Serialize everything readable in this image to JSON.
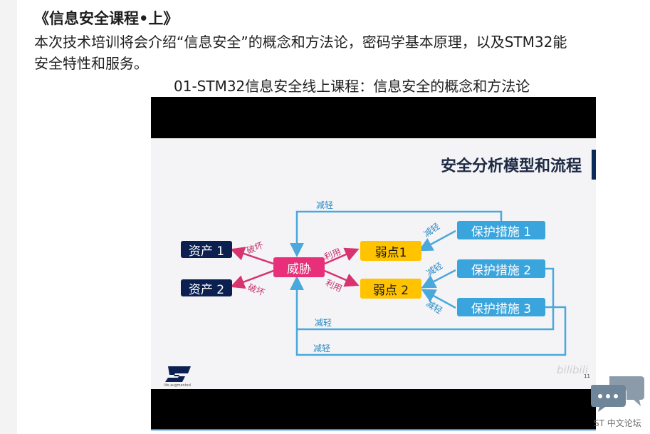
{
  "course": {
    "title": "《信息安全课程•上》",
    "description_lines": [
      "本次技术培训将会介绍“信息安全”的概念和方法论，密码学基本原理，以及STM32能",
      "安全特性和服务。"
    ]
  },
  "video": {
    "title": "01-STM32信息安全线上课程：信息安全的概念和方法论",
    "slide": {
      "title": "安全分析模型和流程",
      "assets": [
        "资产 1",
        "资产 2"
      ],
      "threat": "威胁",
      "weaknesses": [
        "弱点1",
        "弱点 2"
      ],
      "protections": [
        "保护措施 1",
        "保护措施 2",
        "保护措施 3"
      ],
      "labels": {
        "damage": "破坏",
        "exploit": "利用",
        "mitigate": "减轻"
      },
      "logo_subtext": "life.augmented",
      "watermark": "bilibili",
      "page_number": "11"
    }
  },
  "floating": {
    "icon": "chat-bubbles-icon",
    "label": "ST 中文论坛"
  },
  "colors": {
    "asset": "#0b2050",
    "threat": "#e8307a",
    "weakness": "#ffc300",
    "protection": "#3aa5dd",
    "mitigation_line": "#4aa8dc"
  }
}
